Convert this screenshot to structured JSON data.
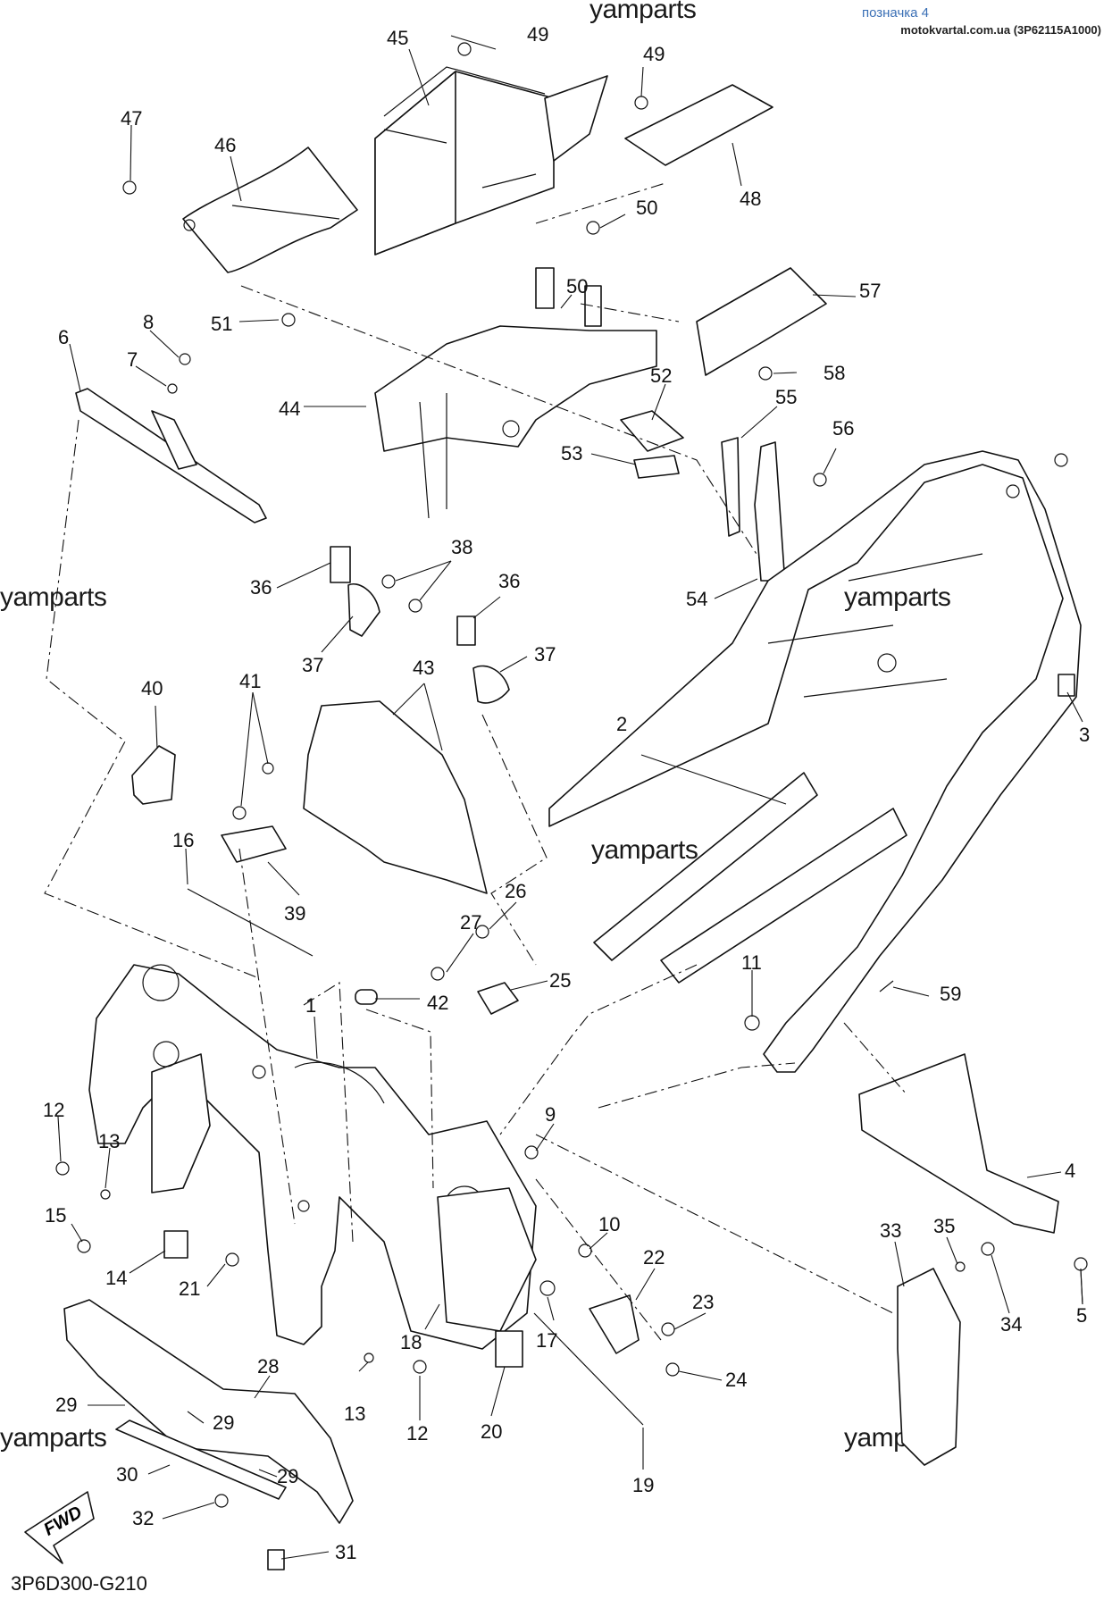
{
  "header": {
    "mark": "позначка 4",
    "site": "motokvartal.com.ua (3P62115A1000)"
  },
  "watermarks": [
    "yamparts",
    "yamparts",
    "yamparts",
    "yamparts",
    "yamparts",
    "yamparts"
  ],
  "diagram_code": "3P6D300-G210",
  "fwd_label": "FWD",
  "callouts": [
    "1",
    "2",
    "3",
    "4",
    "5",
    "6",
    "7",
    "8",
    "9",
    "10",
    "11",
    "12",
    "12",
    "13",
    "13",
    "14",
    "15",
    "16",
    "17",
    "18",
    "19",
    "20",
    "21",
    "22",
    "23",
    "24",
    "25",
    "26",
    "27",
    "28",
    "29",
    "29",
    "29",
    "30",
    "31",
    "32",
    "33",
    "34",
    "35",
    "36",
    "36",
    "37",
    "37",
    "38",
    "39",
    "40",
    "41",
    "42",
    "43",
    "44",
    "45",
    "46",
    "47",
    "48",
    "49",
    "49",
    "50",
    "50",
    "51",
    "52",
    "53",
    "54",
    "55",
    "56",
    "57",
    "58",
    "59"
  ]
}
